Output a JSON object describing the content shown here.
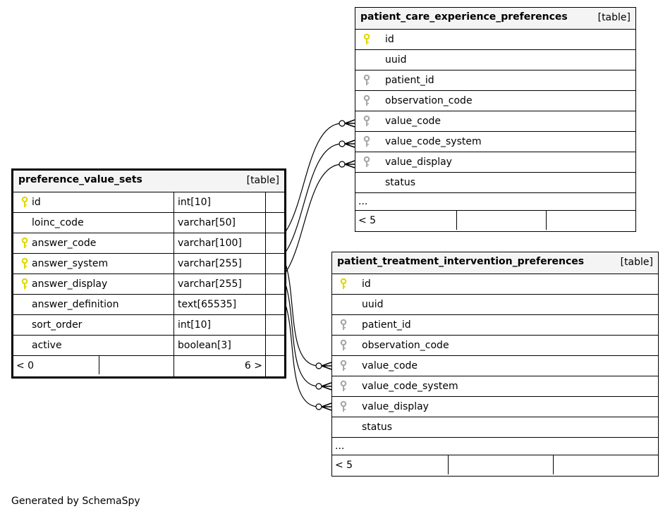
{
  "footer": "Generated by SchemaSpy",
  "key_colors": {
    "primary": "#e0d800",
    "foreign": "#a8a8a8"
  },
  "tables": {
    "preference_value_sets": {
      "name": "preference_value_sets",
      "kind": "[table]",
      "columns": [
        {
          "name": "id",
          "type": "int[10]",
          "key": "primary"
        },
        {
          "name": "loinc_code",
          "type": "varchar[50]",
          "key": "none"
        },
        {
          "name": "answer_code",
          "type": "varchar[100]",
          "key": "primary"
        },
        {
          "name": "answer_system",
          "type": "varchar[255]",
          "key": "primary"
        },
        {
          "name": "answer_display",
          "type": "varchar[255]",
          "key": "primary"
        },
        {
          "name": "answer_definition",
          "type": "text[65535]",
          "key": "none"
        },
        {
          "name": "sort_order",
          "type": "int[10]",
          "key": "none"
        },
        {
          "name": "active",
          "type": "boolean[3]",
          "key": "none"
        }
      ],
      "footer_left": "< 0",
      "footer_right": "6 >"
    },
    "patient_care_experience_preferences": {
      "name": "patient_care_experience_preferences",
      "kind": "[table]",
      "columns": [
        {
          "name": "id",
          "key": "primary"
        },
        {
          "name": "uuid",
          "key": "none"
        },
        {
          "name": "patient_id",
          "key": "foreign"
        },
        {
          "name": "observation_code",
          "key": "foreign"
        },
        {
          "name": "value_code",
          "key": "foreign"
        },
        {
          "name": "value_code_system",
          "key": "foreign"
        },
        {
          "name": "value_display",
          "key": "foreign"
        },
        {
          "name": "status",
          "key": "none"
        }
      ],
      "more": "...",
      "footer_left": "< 5"
    },
    "patient_treatment_intervention_preferences": {
      "name": "patient_treatment_intervention_preferences",
      "kind": "[table]",
      "columns": [
        {
          "name": "id",
          "key": "primary"
        },
        {
          "name": "uuid",
          "key": "none"
        },
        {
          "name": "patient_id",
          "key": "foreign"
        },
        {
          "name": "observation_code",
          "key": "foreign"
        },
        {
          "name": "value_code",
          "key": "foreign"
        },
        {
          "name": "value_code_system",
          "key": "foreign"
        },
        {
          "name": "value_display",
          "key": "foreign"
        },
        {
          "name": "status",
          "key": "none"
        }
      ],
      "more": "...",
      "footer_left": "< 5"
    }
  },
  "relationships": [
    {
      "from": "preference_value_sets.answer_code",
      "to": "patient_care_experience_preferences.value_code"
    },
    {
      "from": "preference_value_sets.answer_system",
      "to": "patient_care_experience_preferences.value_code_system"
    },
    {
      "from": "preference_value_sets.answer_display",
      "to": "patient_care_experience_preferences.value_display"
    },
    {
      "from": "preference_value_sets.answer_code",
      "to": "patient_treatment_intervention_preferences.value_code"
    },
    {
      "from": "preference_value_sets.answer_system",
      "to": "patient_treatment_intervention_preferences.value_code_system"
    },
    {
      "from": "preference_value_sets.answer_display",
      "to": "patient_treatment_intervention_preferences.value_display"
    }
  ]
}
